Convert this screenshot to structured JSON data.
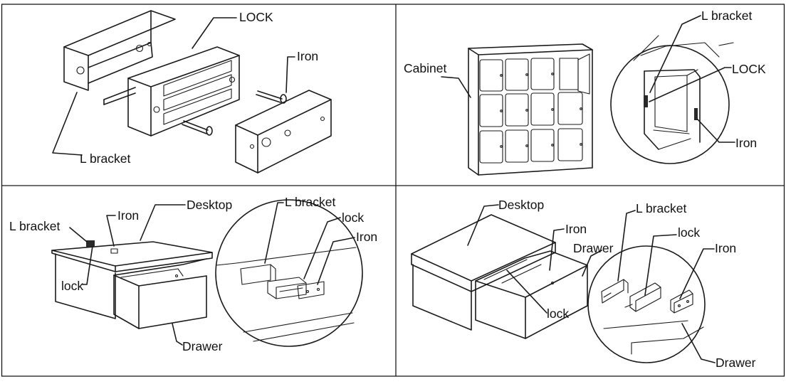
{
  "panels": [
    {
      "id": "p1",
      "labels": {
        "lock": "LOCK",
        "iron": "Iron",
        "l_bracket": "L bracket"
      }
    },
    {
      "id": "p2",
      "labels": {
        "cabinet": "Cabinet",
        "l_bracket": "L bracket",
        "lock": "LOCK",
        "iron": "Iron"
      }
    },
    {
      "id": "p3",
      "labels": {
        "desktop": "Desktop",
        "l_bracket_left": "L bracket",
        "iron_left": "Iron",
        "lock_left": "lock",
        "drawer": "Drawer",
        "l_bracket_zoom": "L bracket",
        "lock_zoom": "lock",
        "iron_zoom": "Iron"
      }
    },
    {
      "id": "p4",
      "labels": {
        "desktop": "Desktop",
        "iron": "Iron",
        "drawer": "Drawer",
        "lock": "lock",
        "l_bracket_zoom": "L bracket",
        "lock_zoom": "lock",
        "iron_zoom": "Iron",
        "drawer_bottom": "Drawer"
      }
    }
  ]
}
